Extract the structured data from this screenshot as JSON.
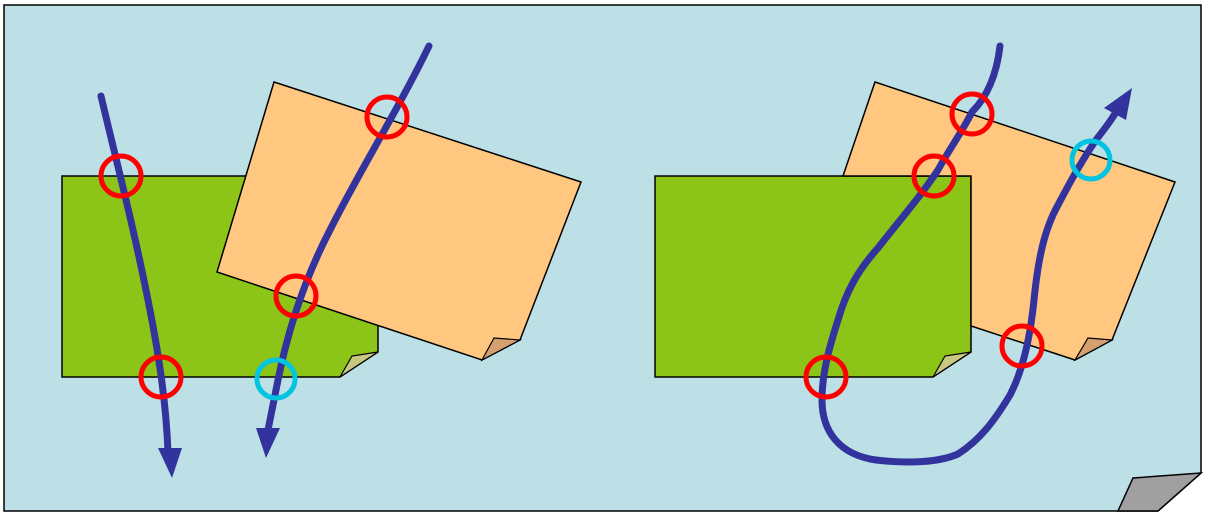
{
  "colors": {
    "background_sheet": "#BDE0E6",
    "background_curl": "#A0A0A0",
    "green_note": "#8CC418",
    "green_note_curl": "#C8C880",
    "orange_note": "#FFC77F",
    "orange_note_curl": "#D4A070",
    "outline": "#000000",
    "path": "#33339E",
    "red_marker": "#FF0000",
    "cyan_marker": "#00C4E0"
  },
  "panels": [
    {
      "id": "left",
      "paths": [
        {
          "id": "path-1",
          "crossings": [
            "red",
            "red"
          ]
        },
        {
          "id": "path-2",
          "crossings": [
            "red",
            "red",
            "cyan"
          ]
        }
      ]
    },
    {
      "id": "right",
      "paths": [
        {
          "id": "path-3",
          "crossings": [
            "red",
            "red",
            "red",
            "red",
            "cyan"
          ]
        }
      ]
    }
  ],
  "icons": {
    "page_curl": "page-curl-icon",
    "arrowhead": "arrowhead-icon",
    "marker": "circle-marker-icon"
  }
}
